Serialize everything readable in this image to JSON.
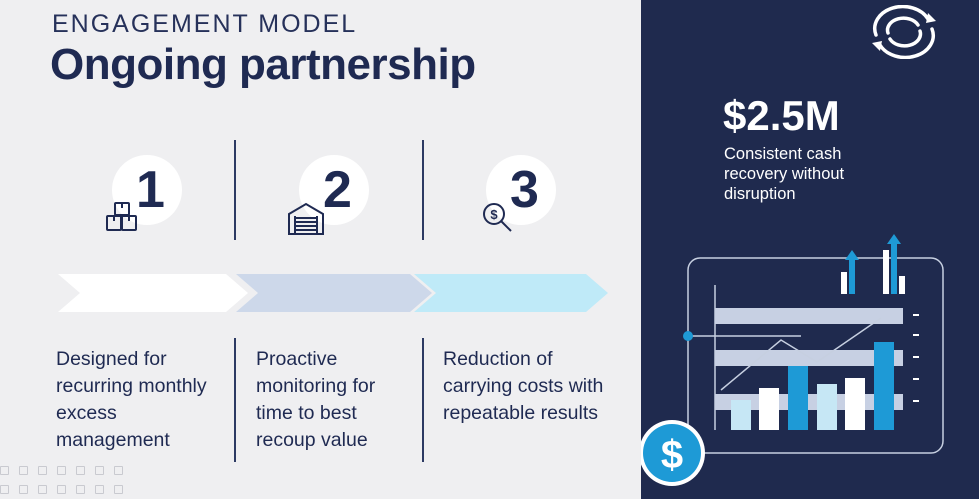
{
  "header": {
    "eyebrow": "ENGAGEMENT MODEL",
    "title": "Ongoing partnership"
  },
  "steps": [
    {
      "number": "1",
      "icon": "boxes-icon",
      "description": "Designed for recurring monthly excess management"
    },
    {
      "number": "2",
      "icon": "garage-icon",
      "description": "Proactive monitoring for time to best recoup value"
    },
    {
      "number": "3",
      "icon": "dollar-search-icon",
      "description": "Reduction of carrying costs with repeatable results"
    }
  ],
  "highlight": {
    "value": "$2.5M",
    "caption": "Consistent cash recovery without disruption"
  },
  "colors": {
    "navy": "#1f2a4e",
    "light_gray": "#efeff1",
    "chevron_1": "#ffffff",
    "chevron_2": "#cdd8ea",
    "chevron_3": "#bfeaf8",
    "accent_blue": "#1e9ad6",
    "pale_blue": "#c6e7f5"
  }
}
